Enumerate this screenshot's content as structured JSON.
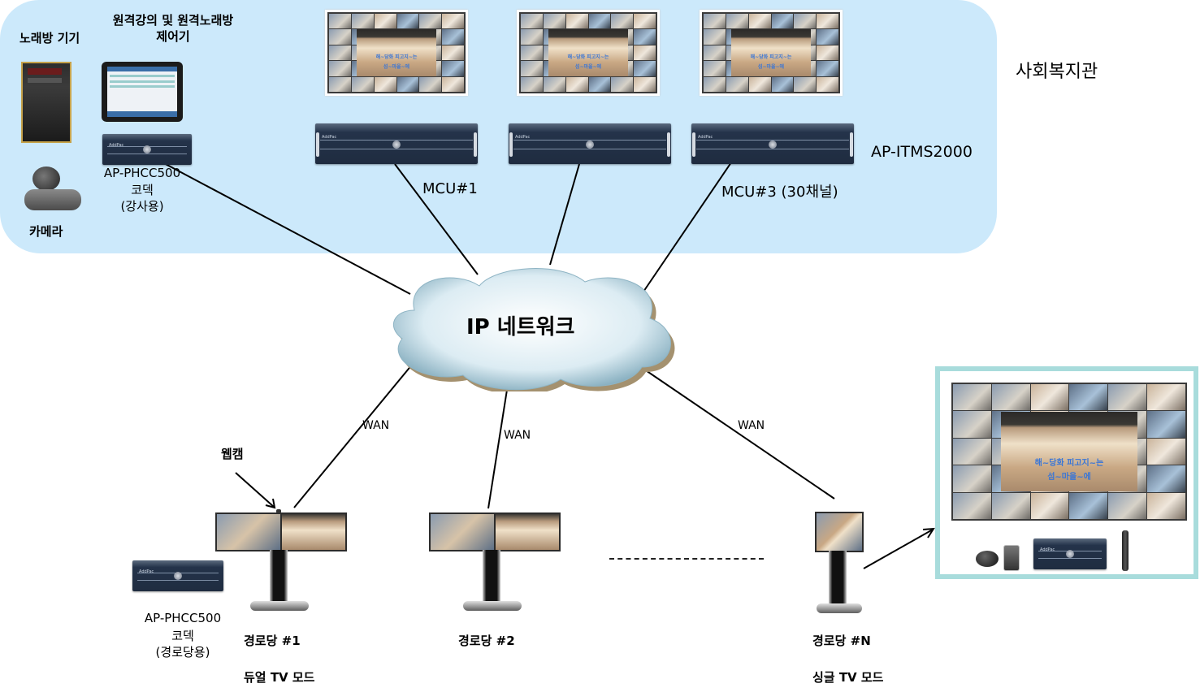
{
  "diagram": {
    "title_region": "사회복지관",
    "top_left": {
      "karaoke_label": "노래방 기기",
      "controller_label_line1": "원격강의 및 원격노래방",
      "controller_label_line2": "제어기",
      "camera_label": "카메라",
      "codec_model": "AP-PHCC500",
      "codec_type": "코덱",
      "codec_use": "(강사용)"
    },
    "mcu": {
      "model": "AP-ITMS2000",
      "units": [
        {
          "label": "MCU#1"
        },
        {
          "label": ""
        },
        {
          "label": "MCU#3 (30채널)"
        }
      ],
      "screen_lyric_line1": "해~당화 피고지~는",
      "screen_lyric_line2": "섬~마을~에"
    },
    "network": {
      "label": "IP 네트워크",
      "link_label": "WAN"
    },
    "sites": [
      {
        "label": "경로당 #1",
        "mode": "듀얼 TV 모드",
        "pointer_label": "웹캠"
      },
      {
        "label": "경로당 #2",
        "mode": ""
      },
      {
        "label": "경로당 #N",
        "mode": "싱글 TV 모드"
      }
    ],
    "site_codec": {
      "model": "AP-PHCC500",
      "type": "코덱",
      "use": "(경로당용)"
    },
    "server_brand": "AddPac",
    "colors": {
      "region_bg": "#cce9fb",
      "detail_border": "#a8dcdc",
      "lyric_text": "#3a76d6"
    }
  }
}
